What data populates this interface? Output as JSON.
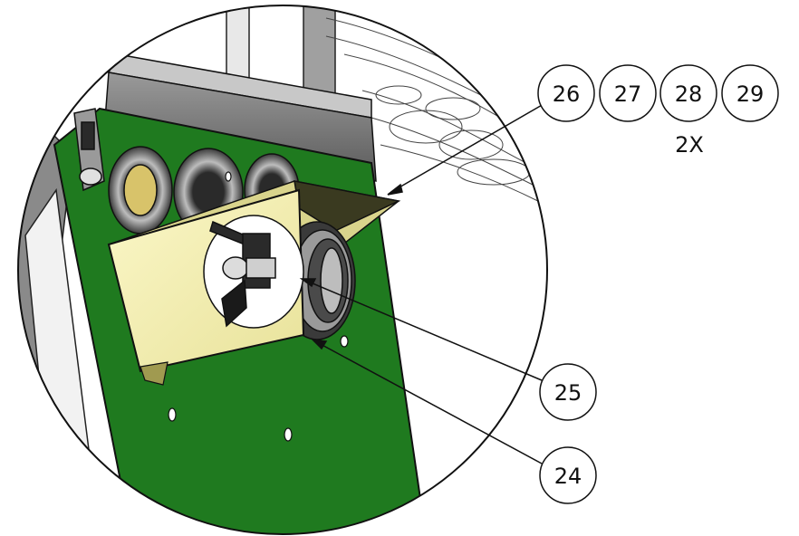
{
  "callouts": {
    "top_group": [
      "26",
      "27",
      "28",
      "29"
    ],
    "quantity": "2X",
    "middle": "25",
    "bottom": "24"
  },
  "colors": {
    "plate_green": "#1f7a1f",
    "bracket_yellow": "#f3eea8",
    "frame_gray": "#6e6e6e",
    "outline": "#111111"
  }
}
